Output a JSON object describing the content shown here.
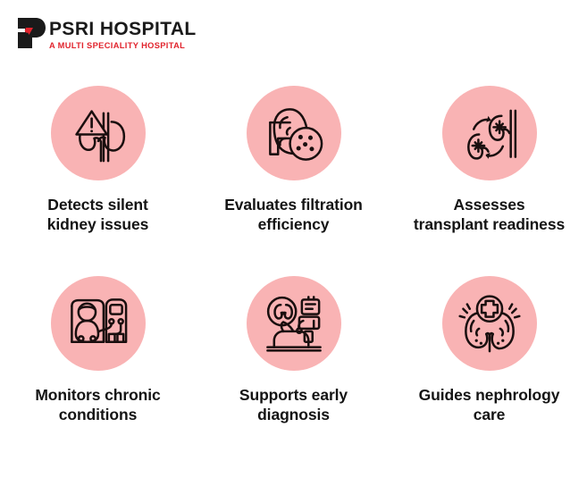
{
  "logo": {
    "name": "PSRI HOSPITAL",
    "tagline": "A MULTI SPECIALITY HOSPITAL",
    "mark_icon": "psri-p-monogram-icon",
    "name_color": "#1a1a1a",
    "tagline_color": "#e1232c"
  },
  "theme": {
    "background": "#ffffff",
    "badge_fill": "#f9b3b4",
    "icon_stroke": "#1a0f0f",
    "label_color": "#141414"
  },
  "features": [
    {
      "label": "Detects silent\nkidney issues",
      "icon": "kidney-warning-icon",
      "icon_description": "Pair of kidneys with warning triangle containing exclamation mark"
    },
    {
      "label": "Evaluates filtration\nefficiency",
      "icon": "kidney-filtration-cell-icon",
      "icon_description": "Kidney beside a magnified filtration cell with pores"
    },
    {
      "label": "Assesses\ntransplant readiness",
      "icon": "kidney-transplant-exchange-icon",
      "icon_description": "Two kidneys with circular exchange arrows beside spine"
    },
    {
      "label": "Monitors chronic\nconditions",
      "icon": "dialysis-patient-machine-icon",
      "icon_description": "Patient in bed connected to a dialysis machine"
    },
    {
      "label": "Supports early\ndiagnosis",
      "icon": "patient-diagnosis-monitor-icon",
      "icon_description": "Reclining patient with kidney scan and monitoring equipment"
    },
    {
      "label": "Guides nephrology\ncare",
      "icon": "kidneys-medical-cross-icon",
      "icon_description": "Pair of kidneys with medical cross badge above"
    }
  ]
}
